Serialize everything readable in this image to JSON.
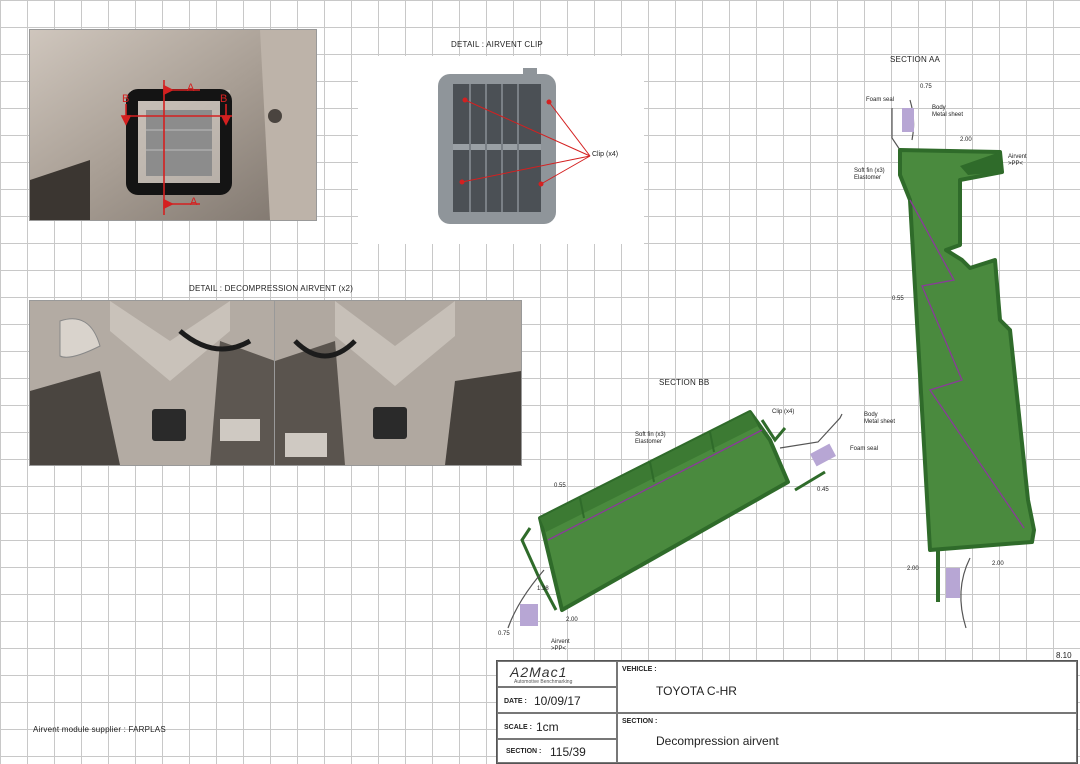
{
  "captions": {
    "detail_clip": "DETAIL : AIRVENT CLIP",
    "detail_decompression": "DETAIL : DECOMPRESSION  AIRVENT (x2)",
    "section_aa": "SECTION AA",
    "section_bb": "SECTION BB",
    "supplier": "Airvent module supplier : FARPLAS"
  },
  "photo_labels": {
    "a_top": "A",
    "a_bottom": "A",
    "b_left": "B",
    "b_right": "B",
    "clip": "Clip (x4)"
  },
  "section_aa": {
    "foam_seal": "Foam seal",
    "body_line1": "Body",
    "body_line2": "Metal sheet",
    "dim_075": "0.75",
    "dim_200_top": "2.00",
    "airvent_line1": "Airvent",
    "airvent_line2": ">PP<",
    "softfin_line1": "Soft fin (x3)",
    "softfin_line2": "Elastomer",
    "dim_055": "0.55",
    "dim_200_left": "2.00",
    "dim_200_right": "2.00"
  },
  "section_bb": {
    "clip": "Clip (x4)",
    "body_line1": "Body",
    "body_line2": "Metal sheet",
    "foam_seal": "Foam seal",
    "softfin_line1": "Soft fin (x3)",
    "softfin_line2": "Elastomer",
    "dim_055": "0.55",
    "dim_045": "0.45",
    "dim_138": "1.38",
    "dim_200": "2.00",
    "dim_075": "0.75",
    "airvent_line1": "Airvent",
    "airvent_line2": ">PP<"
  },
  "scale_ref": "8.10",
  "titleblock": {
    "logo": "A2Mac1",
    "logo_sub": "Automotive Benchmarking",
    "vehicle_label": "VEHICLE :",
    "vehicle_value": "TOYOTA C-HR",
    "date_label": "DATE :",
    "date_value": "10/09/17",
    "scale_label": "SCALE :",
    "scale_value": "1cm",
    "section_label": "SECTION :",
    "section_value": "115/39",
    "section_right_label": "SECTION :",
    "section_right_value": "Decompression airvent"
  },
  "colors": {
    "part_green": "#2f6b2a",
    "part_fill": "#4a8a3e",
    "fin_purple": "#8a3a9a",
    "seal_lilac": "#b7a6d4",
    "marker_red": "#d42020"
  }
}
